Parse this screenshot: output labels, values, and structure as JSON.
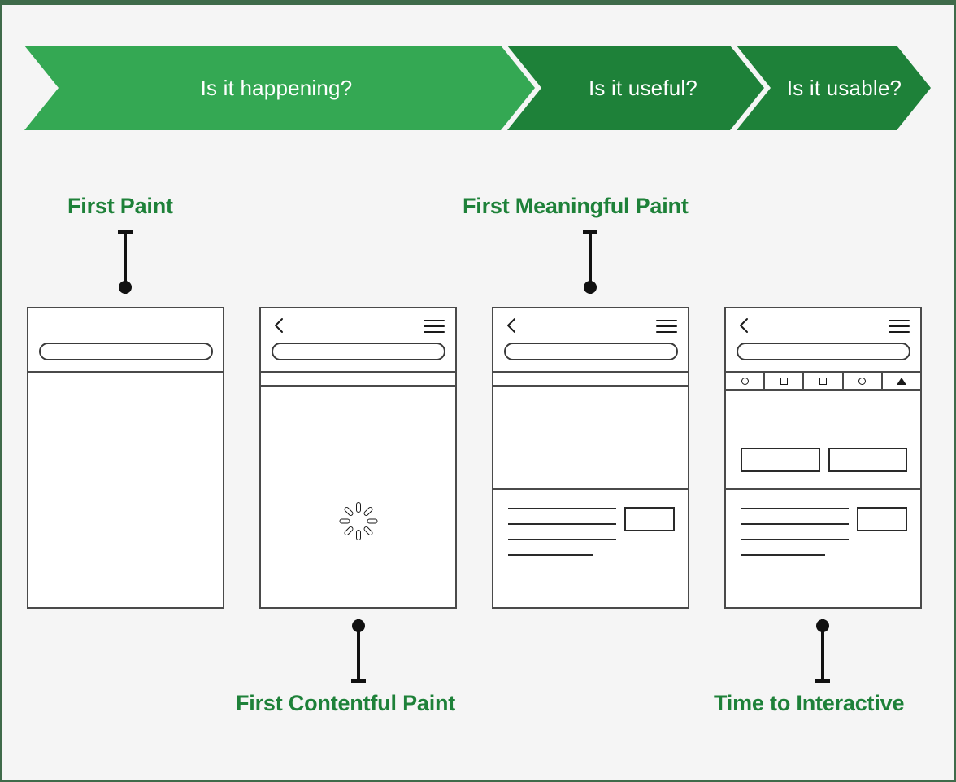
{
  "page": {
    "background": "#f5f5f5",
    "border_color": "#3f6b4a",
    "accent_green": "#1e8139",
    "light_green": "#34a853"
  },
  "banner": {
    "segments": [
      {
        "label": "Is it happening?",
        "color": "#34a853"
      },
      {
        "label": "Is it useful?",
        "color": "#1e8139"
      },
      {
        "label": "Is it usable?",
        "color": "#1e8139"
      }
    ]
  },
  "metrics": [
    {
      "label": "First Paint",
      "position": "above",
      "frame": 1
    },
    {
      "label": "First Meaningful Paint",
      "position": "above",
      "frame": 3
    },
    {
      "label": "First Contentful Paint",
      "position": "below",
      "frame": 2
    },
    {
      "label": "Time to Interactive",
      "position": "below",
      "frame": 4
    }
  ],
  "frames": [
    {
      "name": "first-paint-frame",
      "has_nav_icons": false,
      "has_strip": false,
      "has_toolbar": false,
      "has_spinner": false,
      "has_content": false,
      "has_buttons": false
    },
    {
      "name": "first-contentful-paint-frame",
      "has_nav_icons": true,
      "has_strip": true,
      "has_toolbar": false,
      "has_spinner": true,
      "has_content": false,
      "has_buttons": false
    },
    {
      "name": "first-meaningful-paint-frame",
      "has_nav_icons": true,
      "has_strip": true,
      "has_toolbar": false,
      "has_spinner": false,
      "has_content": true,
      "has_buttons": false
    },
    {
      "name": "time-to-interactive-frame",
      "has_nav_icons": true,
      "has_strip": false,
      "has_toolbar": true,
      "has_spinner": false,
      "has_content": true,
      "has_buttons": true
    }
  ],
  "toolbar_icons": [
    "circle-icon",
    "square-icon",
    "square-icon",
    "circle-icon",
    "triangle-icon"
  ],
  "icons": {
    "back": "chevron-left-icon",
    "menu": "hamburger-menu-icon",
    "url": "url-bar-pill",
    "spinner": "loading-spinner-icon"
  }
}
